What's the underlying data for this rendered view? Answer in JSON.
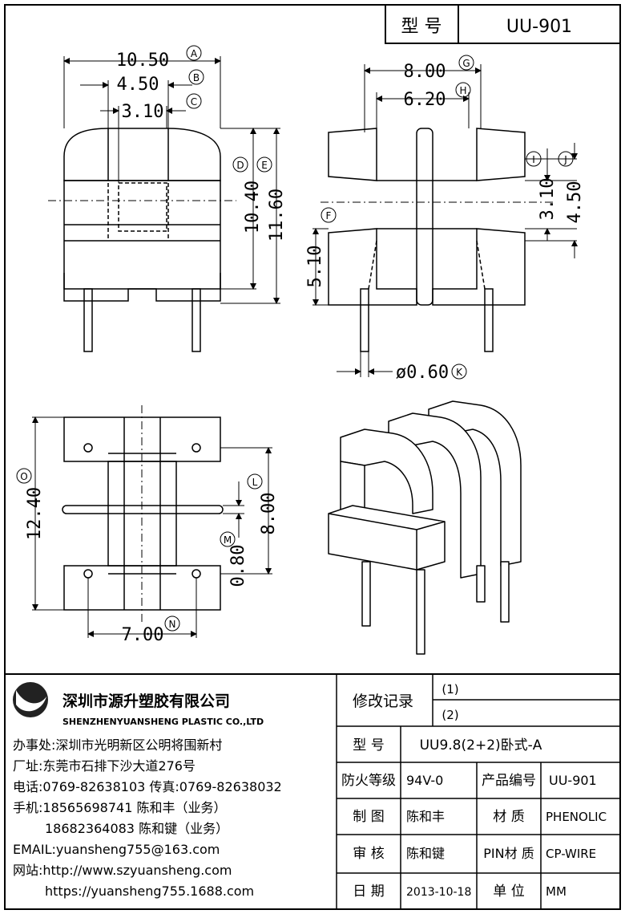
{
  "title_block": {
    "label": "型 号",
    "value": "UU-901"
  },
  "dimensions": {
    "a": "10.50",
    "b": "4.50",
    "c": "3.10",
    "d": "10.40",
    "e": "11.60",
    "g": "8.00",
    "h": "6.20",
    "i": "3.10",
    "j": "4.50",
    "f": "5.10",
    "k": "ø0.60",
    "o": "12.40",
    "l": "8.00",
    "m": "0.80",
    "n": "7.00"
  },
  "markers": {
    "a": "A",
    "b": "B",
    "c": "C",
    "d": "D",
    "e": "E",
    "f": "F",
    "g": "G",
    "h": "H",
    "i": "I",
    "j": "J",
    "k": "K",
    "l": "L",
    "m": "M",
    "n": "N",
    "o": "O"
  },
  "company": {
    "name_cn": "深圳市源升塑胶有限公司",
    "name_en": "SHENZHENYUANSHENG PLASTIC CO.,LTD",
    "lines": [
      "办事处:深圳市光明新区公明将围新村",
      "厂址:东莞市石排下沙大道276号",
      "电话:0769-82638103 传真:0769-82638032",
      "手机:18565698741 陈和丰（业务）",
      "18682364083 陈和键（业务）",
      "EMAIL:yuansheng755@163.com",
      "网站:http://www.szyuansheng.com",
      "https://yuansheng755.1688.com"
    ]
  },
  "revision": {
    "label": "修改记录",
    "rows": [
      "(1)",
      "(2)"
    ]
  },
  "spec": {
    "model_label": "型 号",
    "model_value": "UU9.8(2+2)卧式-A",
    "fire_label": "防火等级",
    "fire_value": "94V-0",
    "pn_label": "产品编号",
    "pn_value": "UU-901",
    "drawn_label": "制 图",
    "drawn_value": "陈和丰",
    "material_label": "材 质",
    "material_value": "PHENOLIC",
    "check_label": "审 核",
    "check_value": "陈和键",
    "pin_label": "PIN材 质",
    "pin_value": "CP-WIRE",
    "date_label": "日 期",
    "date_value": "2013-10-18",
    "unit_label": "单 位",
    "unit_value": "MM"
  }
}
